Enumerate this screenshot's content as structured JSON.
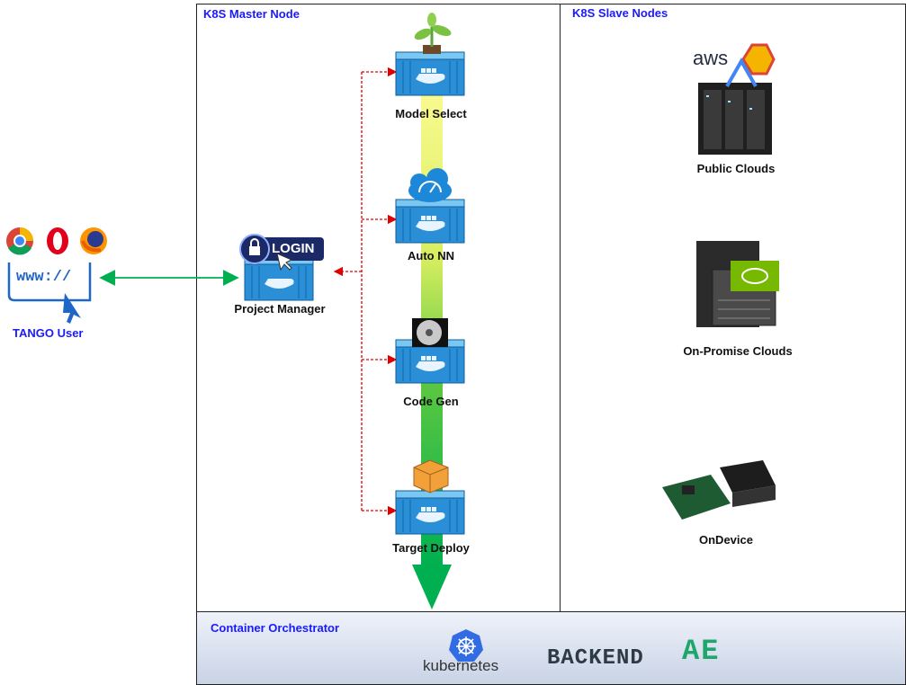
{
  "panels": {
    "master_title": "K8S Master Node",
    "slave_title": "K8S Slave Nodes"
  },
  "user": {
    "label": "TANGO User",
    "url_text": "www://"
  },
  "project_manager": {
    "label": "Project Manager",
    "login_text": "LOGIN"
  },
  "pipeline": [
    {
      "label": "Model Select",
      "icon": "plant-icon"
    },
    {
      "label": "Auto NN",
      "icon": "cloud-gauge-icon"
    },
    {
      "label": "Code Gen",
      "icon": "disc-icon"
    },
    {
      "label": "Target Deploy",
      "icon": "package-icon"
    }
  ],
  "targets": [
    {
      "label": "Public Clouds",
      "icon": "server-rack-icon"
    },
    {
      "label": "On-Promise Clouds",
      "icon": "gpu-server-icon"
    },
    {
      "label": "OnDevice",
      "icon": "board-icon"
    }
  ],
  "aws_text": "aws",
  "orchestrator": {
    "title": "Container Orchestrator",
    "kubernetes_text": "kubernetes",
    "backend_text": "BACKEND",
    "backend_suffix": "AE"
  },
  "colors": {
    "title_blue": "#1a1aff",
    "arrow_green": "#00b050",
    "dashed_red": "#e00000",
    "container_blue": "#2a8fd6"
  }
}
